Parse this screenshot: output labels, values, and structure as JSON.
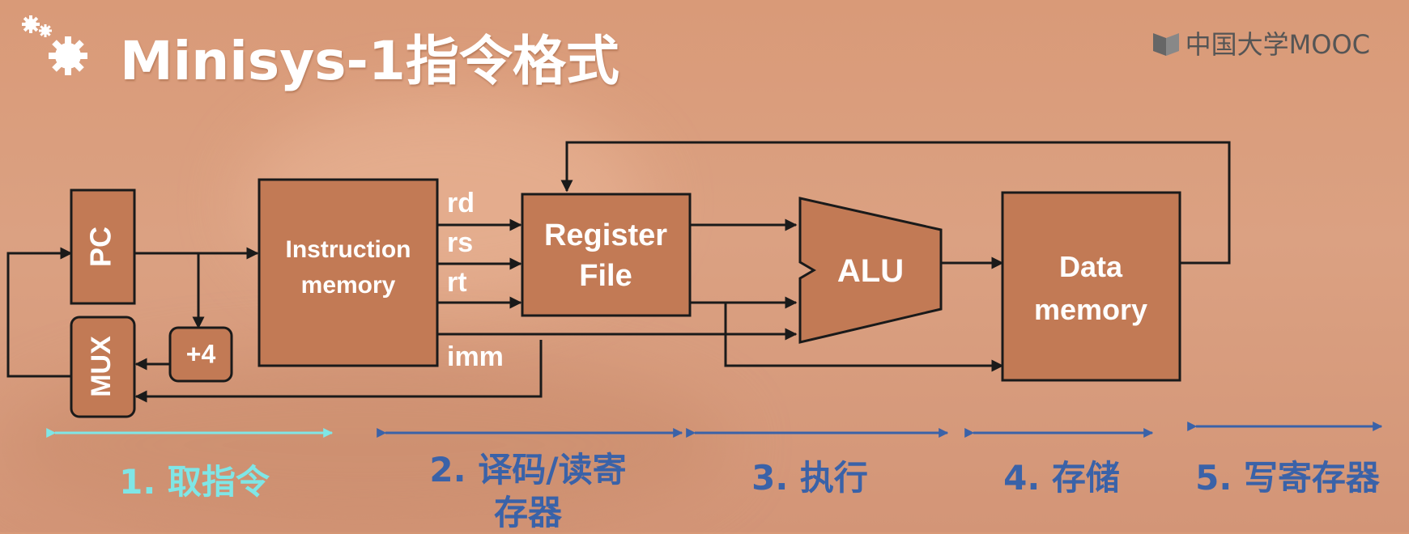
{
  "title": "Minisys-1指令格式",
  "logo": {
    "text": "中国大学MOOC",
    "icon": "mooc-book-icon"
  },
  "diagram": {
    "pc": "PC",
    "mux": "MUX",
    "plus4": "+4",
    "instruction_memory": {
      "line1": "Instruction",
      "line2": "memory"
    },
    "register_file": {
      "line1": "Register",
      "line2": "File"
    },
    "alu": "ALU",
    "data_memory": {
      "line1": "Data",
      "line2": "memory"
    },
    "fields": {
      "rd": "rd",
      "rs": "rs",
      "rt": "rt",
      "imm": "imm"
    }
  },
  "stages": [
    {
      "label": "1. 取指令",
      "color": "#7fe6e6"
    },
    {
      "label_line1": "2. 译码/读寄",
      "label_line2": "存器",
      "color": "#3a62a8"
    },
    {
      "label": "3. 执行",
      "color": "#3a62a8"
    },
    {
      "label": "4. 存储",
      "color": "#3a62a8"
    },
    {
      "label": "5. 写寄存器",
      "color": "#3a62a8"
    }
  ],
  "colors": {
    "block_fill": "#c27a55",
    "line": "#1a1a1a",
    "title": "#ffffff"
  }
}
